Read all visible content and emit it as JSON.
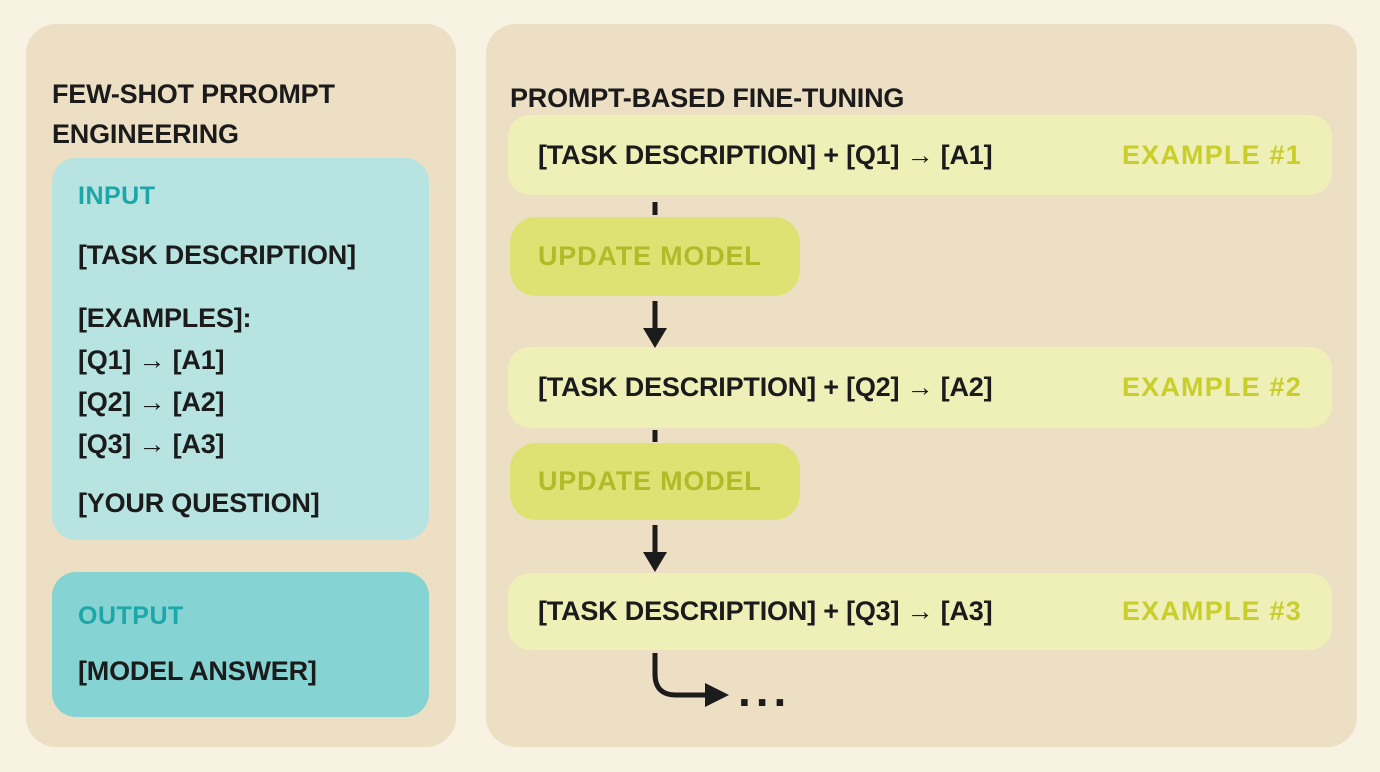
{
  "left_panel": {
    "title": "FEW-SHOT PRROMPT ENGINEERING",
    "input_box": {
      "label": "INPUT",
      "task_line": "[TASK DESCRIPTION]",
      "examples_header": "[EXAMPLES]:",
      "example_lines": [
        "[Q1] → [A1]",
        "[Q2] → [A2]",
        "[Q3] → [A3]"
      ],
      "question_line": "[YOUR QUESTION]"
    },
    "output_box": {
      "label": "OUTPUT",
      "answer_line": "[MODEL ANSWER]"
    }
  },
  "right_panel": {
    "title": "PROMPT-BASED FINE-TUNING",
    "rows": [
      {
        "prompt": "[TASK DESCRIPTION] + [Q1] → [A1]",
        "tag": "EXAMPLE #1"
      },
      {
        "prompt": "[TASK DESCRIPTION] + [Q2] → [A2]",
        "tag": "EXAMPLE #2"
      },
      {
        "prompt": "[TASK DESCRIPTION] + [Q3] → [A3]",
        "tag": "EXAMPLE #3"
      }
    ],
    "update_labels": [
      "UPDATE MODEL",
      "UPDATE MODEL"
    ],
    "ellipsis": "..."
  },
  "colors": {
    "page_bg": "#f8f2e3",
    "panel_bg": "#ecdfc3",
    "input_box_bg": "#b7e3e1",
    "output_box_bg": "#85d3d2",
    "teal_label": "#1ca7a8",
    "row_box_bg": "#eef0b8",
    "example_tag": "#c9ce2a",
    "update_box_bg": "#dde272",
    "update_text": "#b1bb2a",
    "arrow": "#1b1b1b",
    "text": "#1b1b1b"
  }
}
